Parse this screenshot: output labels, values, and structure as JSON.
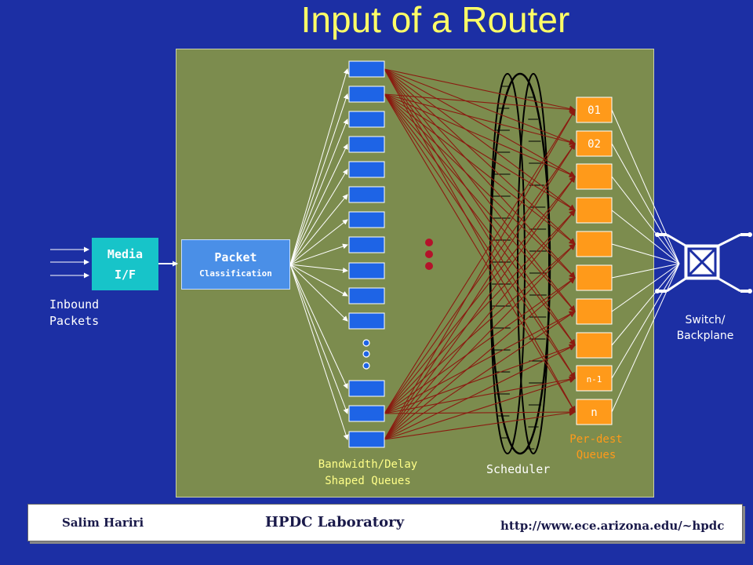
{
  "title": "Input of a Router",
  "media_interface": {
    "line1": "Media",
    "line2": "I/F"
  },
  "inbound_label": {
    "line1": "Inbound",
    "line2": "Packets"
  },
  "packet_classification": {
    "line1": "Packet",
    "line2": "Classification"
  },
  "shaped_queues_label": {
    "line1": "Bandwidth/Delay",
    "line2": "Shaped Queues"
  },
  "scheduler_label": "Scheduler",
  "per_dest_queues": {
    "labels": [
      "01",
      "02",
      "",
      "",
      "",
      "",
      "",
      "",
      "n-1",
      "n"
    ],
    "caption_line1": "Per-dest",
    "caption_line2": "Queues"
  },
  "switch_label": {
    "line1": "Switch/",
    "line2": "Backplane"
  },
  "footer": {
    "author": "Salim  Hariri",
    "lab": "HPDC Laboratory",
    "url": "http://www.ece.arizona.edu/~hpdc"
  },
  "colors": {
    "background": "#1c2fa4",
    "panel": "#7c8c4e",
    "title": "#ffff66",
    "queue": "#1e64e6",
    "dest_queue": "#ff9a1a",
    "arrow": "#8b1a10",
    "label_yellow": "#ffff88"
  }
}
